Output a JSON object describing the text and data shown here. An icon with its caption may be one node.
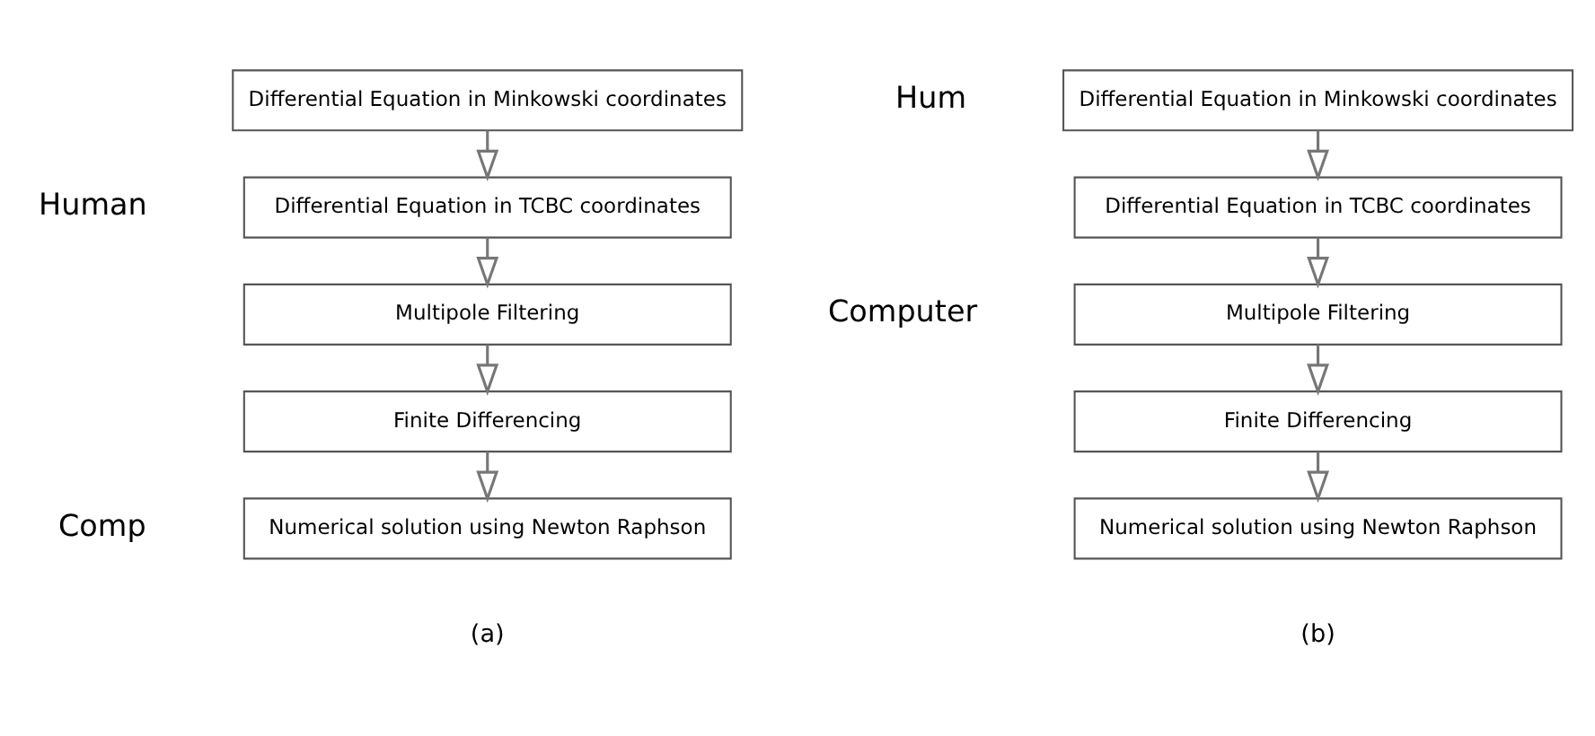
{
  "diagram": {
    "nodes": [
      {
        "text": [
          "Differential Equation in Minkowski coordinates"
        ]
      },
      {
        "text": [
          "Differential Equation in TCBC coordinates"
        ]
      },
      {
        "text": [
          "Multipole Filtering"
        ]
      },
      {
        "text": [
          "Finite Differencing"
        ]
      },
      {
        "text": [
          "Numerical solution using Newton Raphson"
        ]
      },
      {
        "text": [
          "Differential Equation in Minkowski coordinates"
        ]
      },
      {
        "text": [
          "Differential Equation in TCBC coordinates"
        ]
      },
      {
        "text": [
          "Multipole Filtering"
        ]
      },
      {
        "text": [
          "Finite Differencing"
        ]
      },
      {
        "text": [
          "Numerical solution using Newton Raphson"
        ]
      }
    ],
    "edges": [
      {
        "from": 0,
        "to": 1,
        "arrow": "to"
      },
      {
        "from": 1,
        "to": 2,
        "arrow": "to"
      },
      {
        "from": 2,
        "to": 3,
        "arrow": "to"
      },
      {
        "from": 3,
        "to": 4,
        "arrow": "to"
      },
      {
        "from": 5,
        "to": 6,
        "arrow": "to"
      },
      {
        "from": 6,
        "to": 7,
        "arrow": "to"
      },
      {
        "from": 7,
        "to": 8,
        "arrow": "to"
      },
      {
        "from": 8,
        "to": 9,
        "arrow": "to"
      }
    ],
    "labels": [
      "Human",
      "Comp",
      "(a)",
      "Hum",
      "Computer",
      "(b)"
    ]
  }
}
